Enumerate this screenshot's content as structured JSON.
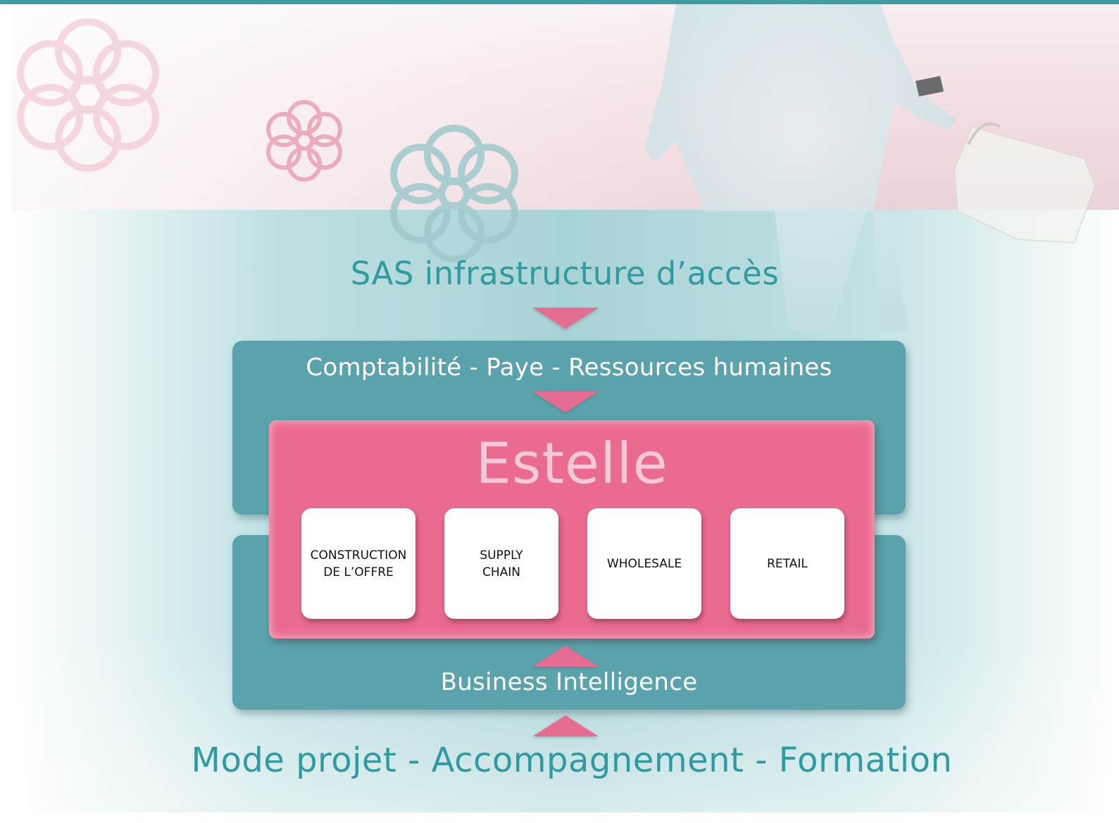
{
  "diagram": {
    "top_label": "SAS infrastructure d’accès",
    "upper_panel_label": "Comptabilité - Paye - Ressources humaines",
    "core_title": "Estelle",
    "modules": [
      {
        "label": "CONSTRUCTION\nDE L’OFFRE"
      },
      {
        "label": "SUPPLY\nCHAIN"
      },
      {
        "label": "WHOLESALE"
      },
      {
        "label": "RETAIL"
      }
    ],
    "lower_panel_label": "Business Intelligence",
    "bottom_label": "Mode projet - Accompagnement - Formation"
  },
  "colors": {
    "teal_text": "#2f9aa0",
    "panel": "#5aa3ac",
    "core": "#e96b90",
    "arrow": "#e56d91",
    "core_title": "#f7c8d8"
  },
  "decorations": [
    "flower-icon",
    "fashion-model-photo",
    "handbag-icon"
  ]
}
